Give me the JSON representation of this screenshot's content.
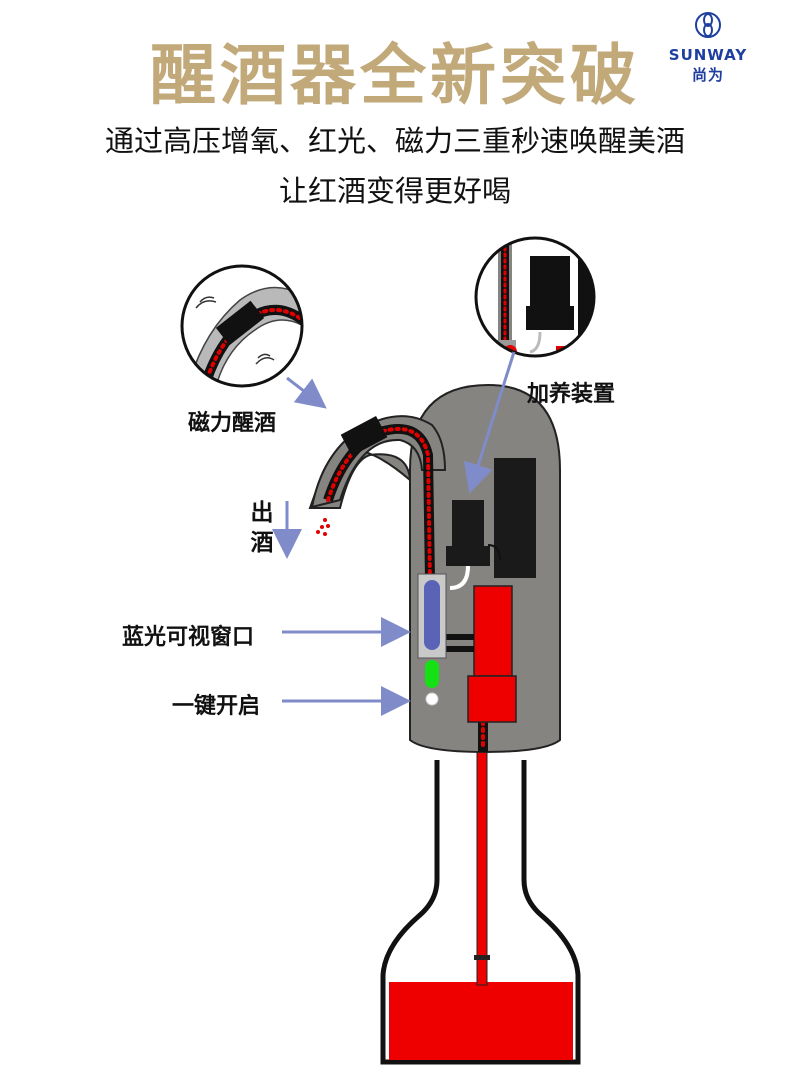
{
  "title": "醒酒器全新突破",
  "subtitle_line1": "通过高压增氧、红光、磁力三重秒速唤醒美酒",
  "subtitle_line2": "让红酒变得更好喝",
  "brand": {
    "name": "SUNWAY尚为",
    "logo_icon": "flower-ring-logo-icon"
  },
  "labels": {
    "magnetic": "磁力醒酒",
    "pressure_device": "加养装置",
    "outlet": "出酒",
    "window": "蓝光可视窗口",
    "power": "一键开启"
  },
  "colors": {
    "title": "#c2a97a",
    "body": "#868481",
    "wine": "#e00000",
    "arrow": "#7f8cc9",
    "blue_window": "#5a63b5",
    "green_light": "#14e014",
    "brand": "#1f3fa0"
  }
}
